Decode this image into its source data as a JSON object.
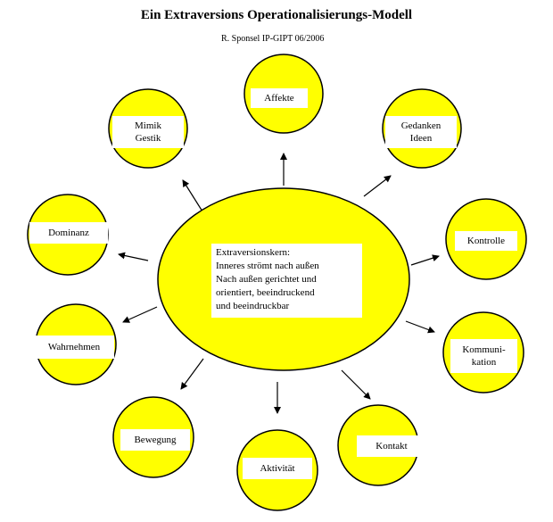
{
  "header": {
    "title": "Ein Extraversions Operationalisierungs-Modell",
    "subtitle": "R. Sponsel IP-GIPT 06/2006"
  },
  "colors": {
    "node_fill": "#ffff00",
    "stroke": "#000000",
    "label_background": "#ffffff"
  },
  "core": {
    "lines": [
      "Extraversionskern:",
      "Inneres strömt nach außen",
      "Nach außen gerichtet und",
      "orientiert, beeindruckend",
      "und beeindruckbar"
    ]
  },
  "nodes": [
    {
      "id": "affekte",
      "label": "Affekte"
    },
    {
      "id": "gedanken-ideen",
      "label": "Gedanken\nIdeen"
    },
    {
      "id": "kontrolle",
      "label": "Kontrolle"
    },
    {
      "id": "kommunikation",
      "label": "Kommuni-\nkation"
    },
    {
      "id": "kontakt",
      "label": "Kontakt"
    },
    {
      "id": "aktivitaet",
      "label": "Aktivität"
    },
    {
      "id": "bewegung",
      "label": "Bewegung"
    },
    {
      "id": "wahrnehmen",
      "label": "Wahrnehmen"
    },
    {
      "id": "dominanz",
      "label": "Dominanz"
    },
    {
      "id": "mimik-gestik",
      "label": "Mimik\nGestik"
    }
  ]
}
